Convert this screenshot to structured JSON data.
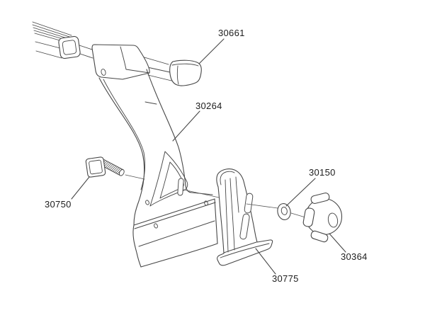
{
  "canvas": {
    "background": "#ffffff",
    "line_color": "#474747",
    "text_color": "#1c1c1c"
  },
  "parts": [
    {
      "number": "30661",
      "role": "end-cap"
    },
    {
      "number": "30264",
      "role": "foot-housing"
    },
    {
      "number": "30750",
      "role": "t-bolt"
    },
    {
      "number": "30150",
      "role": "washer"
    },
    {
      "number": "30364",
      "role": "knob"
    },
    {
      "number": "30775",
      "role": "clamp-bracket"
    }
  ]
}
